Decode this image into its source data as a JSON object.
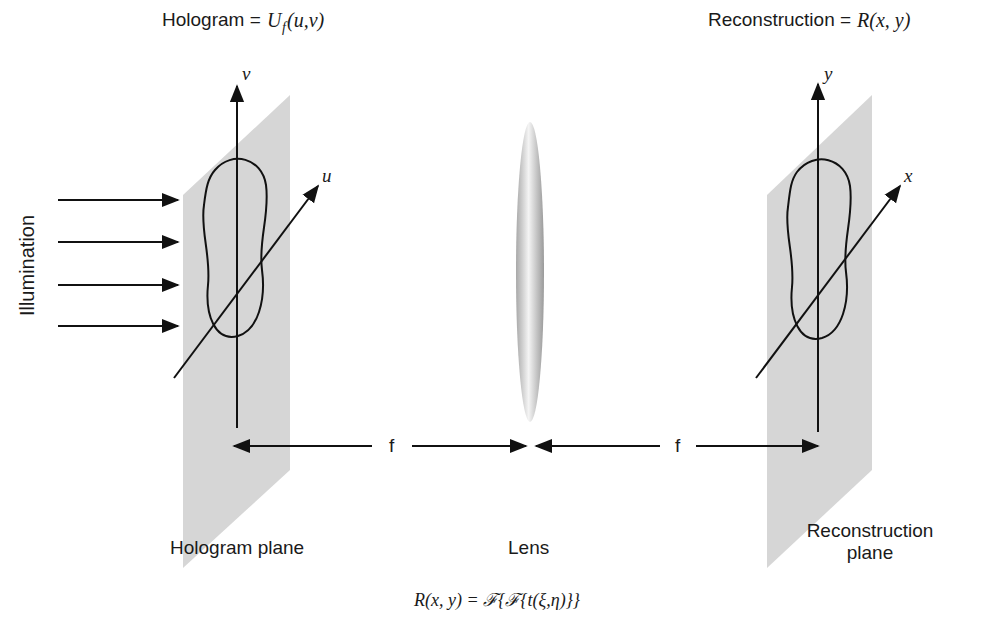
{
  "diagram": {
    "caption": "R(x, y) = ℱ{ℱ{t(ξ,η)}}",
    "labels": [
      "Hologram =",
      "U",
      "f",
      "(u,v)",
      "Reconstruction =",
      "R(x, y)",
      "Illumination",
      "v",
      "u",
      "y",
      "x",
      "f",
      "f",
      "Hologram plane",
      "Lens",
      "Reconstruction plane"
    ]
  }
}
